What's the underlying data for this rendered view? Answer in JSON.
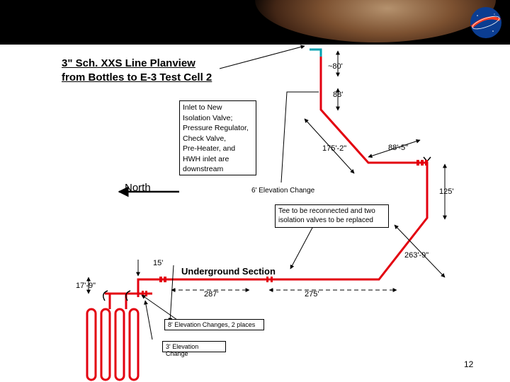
{
  "title_line1": "3\" Sch. XXS Line Planview",
  "title_line2": "from Bottles to E-3 Test Cell 2",
  "labels": {
    "dist_80": "~80'",
    "dist_88a": "88'",
    "dist_175": "175'-2\"",
    "dist_88b": "88'-5\"",
    "dist_125": "125'",
    "dist_263": "263'-9\"",
    "dist_275": "275'",
    "dist_287": "287'",
    "dist_15": "15'",
    "dist_17": "17'-9\"",
    "north": "North",
    "elev_6": "6' Elevation Change",
    "underground": "Underground Section"
  },
  "boxes": {
    "inlet": [
      "Inlet to New",
      "Isolation Valve;",
      "Pressure Regulator,",
      "Check Valve,",
      "Pre-Heater, and",
      "HWH inlet are",
      "downstream"
    ],
    "tee": [
      "Tee to be reconnected and two",
      "isolation valves to be replaced"
    ],
    "elev8": "8' Elevation Changes, 2 places",
    "elev3": "3' Elevation Change"
  },
  "page_number": "12",
  "colors": {
    "pipe": "#e3000f",
    "cyan_stub": "#00a0b0",
    "banner": "#000000"
  }
}
